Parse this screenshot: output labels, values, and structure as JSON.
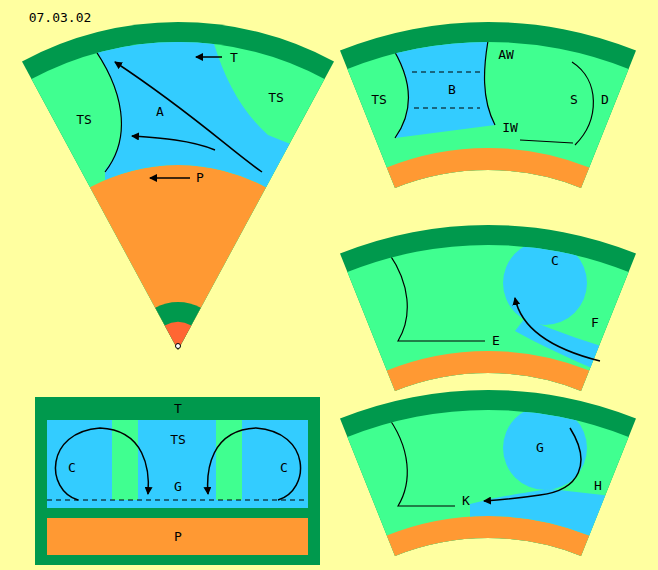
{
  "diagram": {
    "labels": [
      "07.03.02",
      "T",
      "TS",
      "A",
      "TS",
      "P",
      "AW",
      "TS",
      "B",
      "IW",
      "S",
      "D",
      "C",
      "E",
      "F",
      "G",
      "K",
      "H",
      "T",
      "TS",
      "C",
      "G",
      "C",
      "P"
    ]
  }
}
